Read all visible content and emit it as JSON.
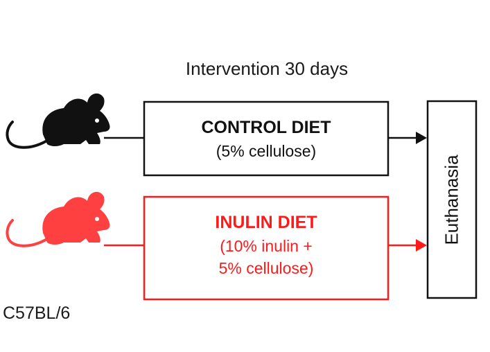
{
  "title": "Intervention 30 days",
  "strain": "C57BL/6",
  "control": {
    "name": "CONTROL DIET",
    "detail": "(5% cellulose)"
  },
  "inulin": {
    "name": "INULIN DIET",
    "detail_line1": "(10% inulin +",
    "detail_line2": "5% cellulose)"
  },
  "endpoint": "Euthanasia",
  "colors": {
    "control": "#111111",
    "inulin": "#ff1a1a",
    "inulin_mouse": "#ff4040"
  },
  "icons": [
    "mouse-icon-black",
    "mouse-icon-red"
  ]
}
